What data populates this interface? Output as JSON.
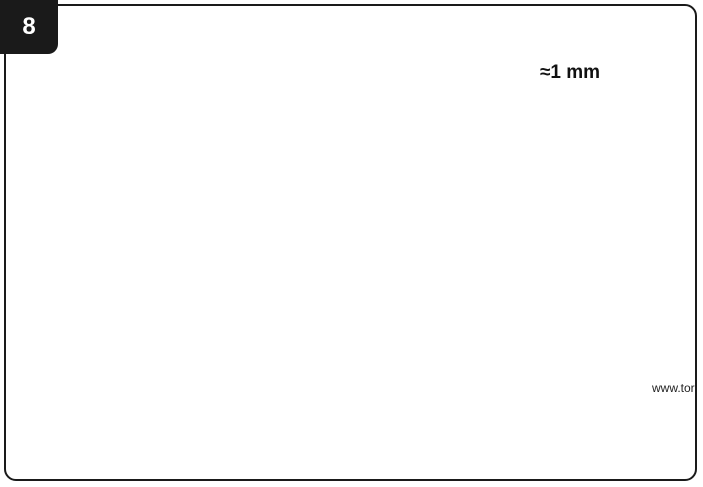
{
  "figure": {
    "step_number": "8",
    "clearance_label": "≈1 mm",
    "watermark": "www.tor",
    "colors": {
      "line": "#111111",
      "frame": "#1a1a1a",
      "badge_bg": "#1a1a1a",
      "badge_text": "#ffffff"
    }
  }
}
